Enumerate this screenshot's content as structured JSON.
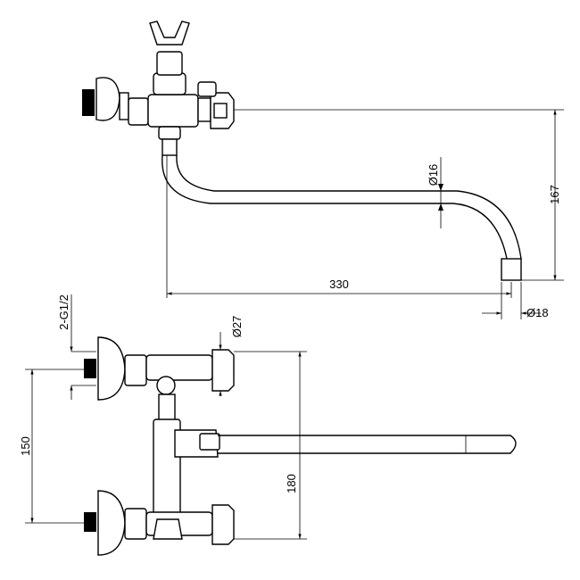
{
  "dimensions": {
    "spout_height": "167",
    "spout_reach": "330",
    "outlet_diameter": "Ø18",
    "pipe_diameter": "Ø16",
    "inlet_thread": "2-G1/2",
    "handle_diameter": "Ø27",
    "inlet_spacing": "150",
    "overall_height": "180"
  }
}
